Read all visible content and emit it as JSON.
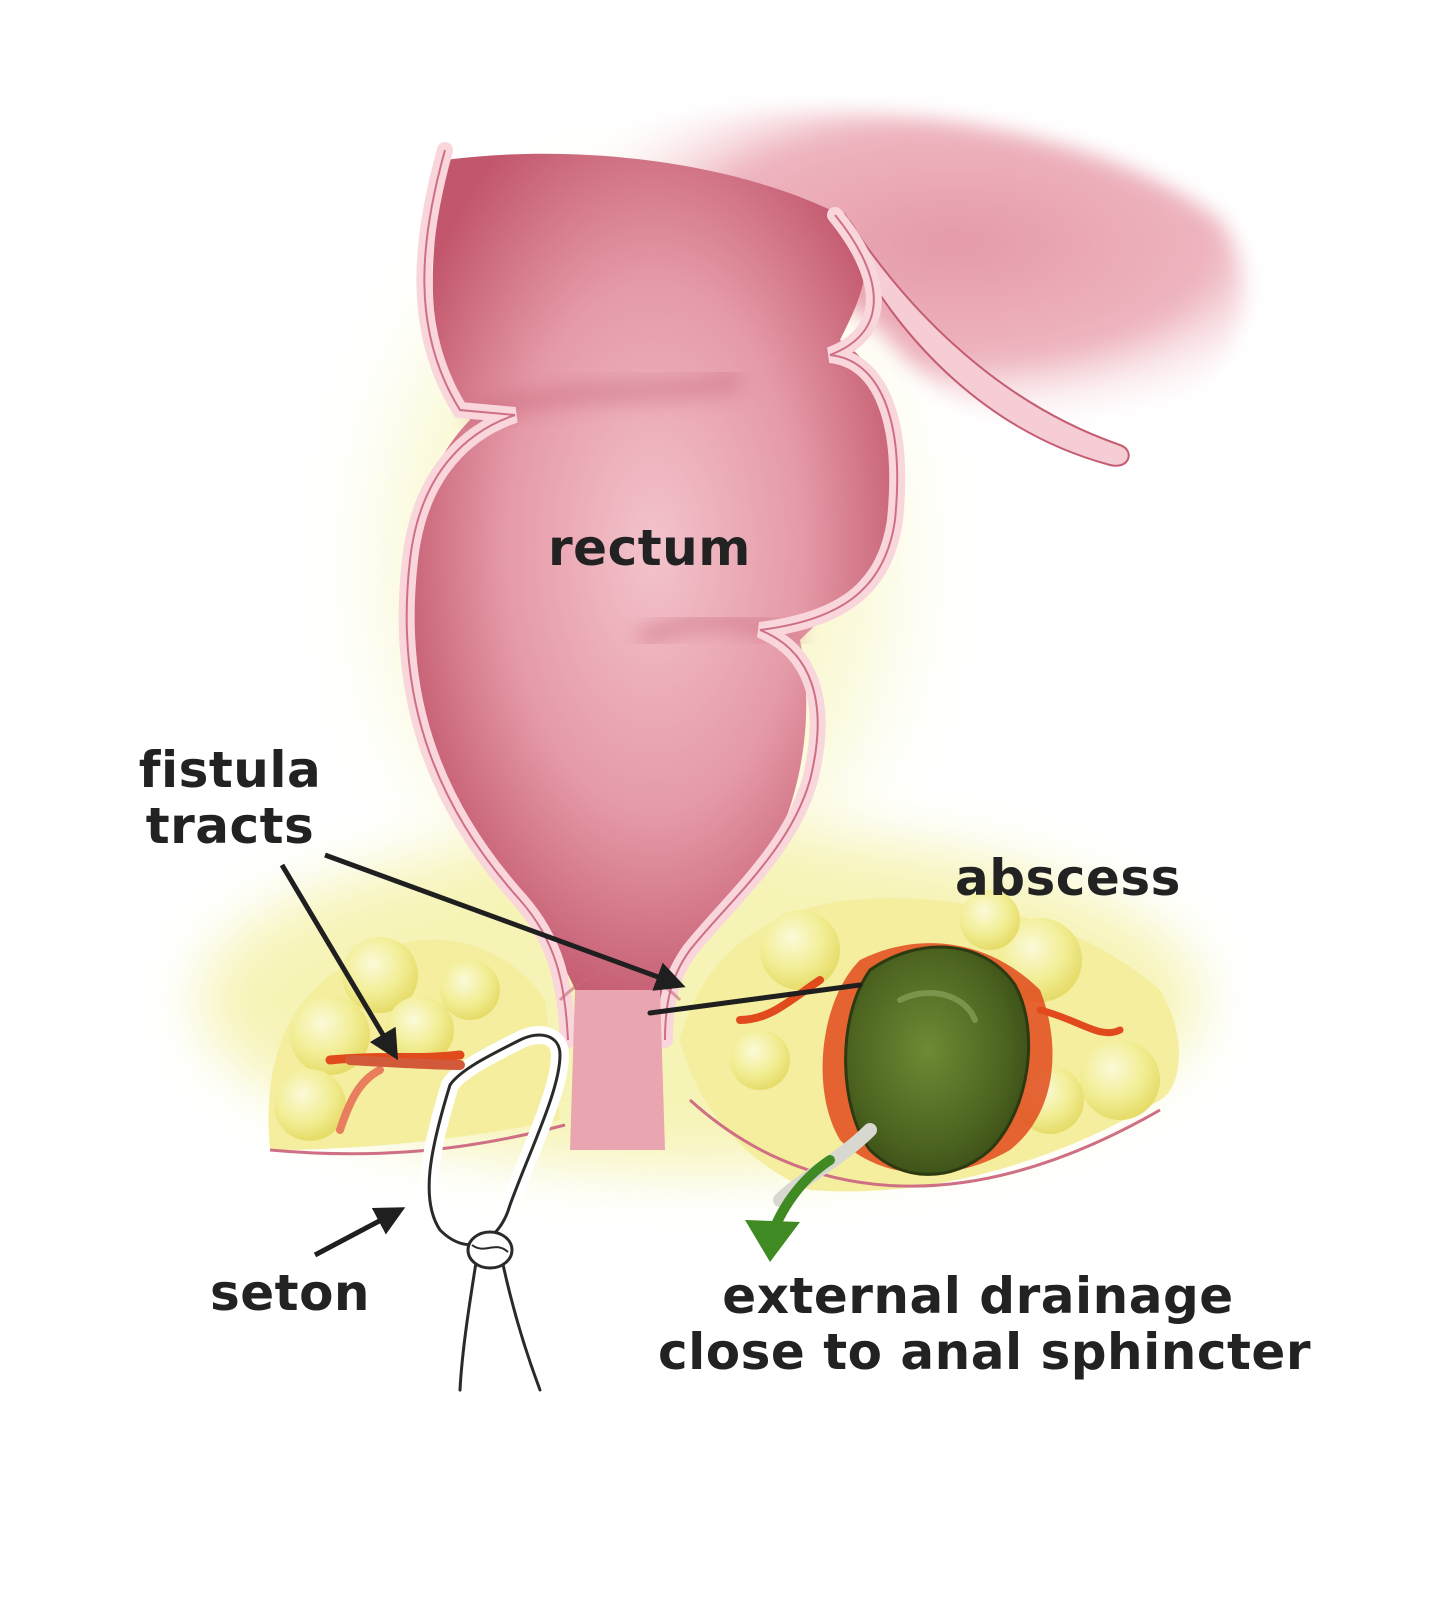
{
  "labels": {
    "rectum": "rectum",
    "fistula_line1": "fistula",
    "fistula_line2": "tracts",
    "abscess": "abscess",
    "seton": "seton",
    "drainage_line1": "external drainage",
    "drainage_line2": "close to anal sphincter"
  },
  "colors": {
    "tissue_pink": "#d9828f",
    "wall_light": "#f8d6dc",
    "fat_yellow": "#f3ef9a",
    "inflammation_red": "#e04a1c",
    "abscess_green": "#4f6a1f",
    "drain_arrow_green": "#3f8a22",
    "label_text": "#222222"
  }
}
